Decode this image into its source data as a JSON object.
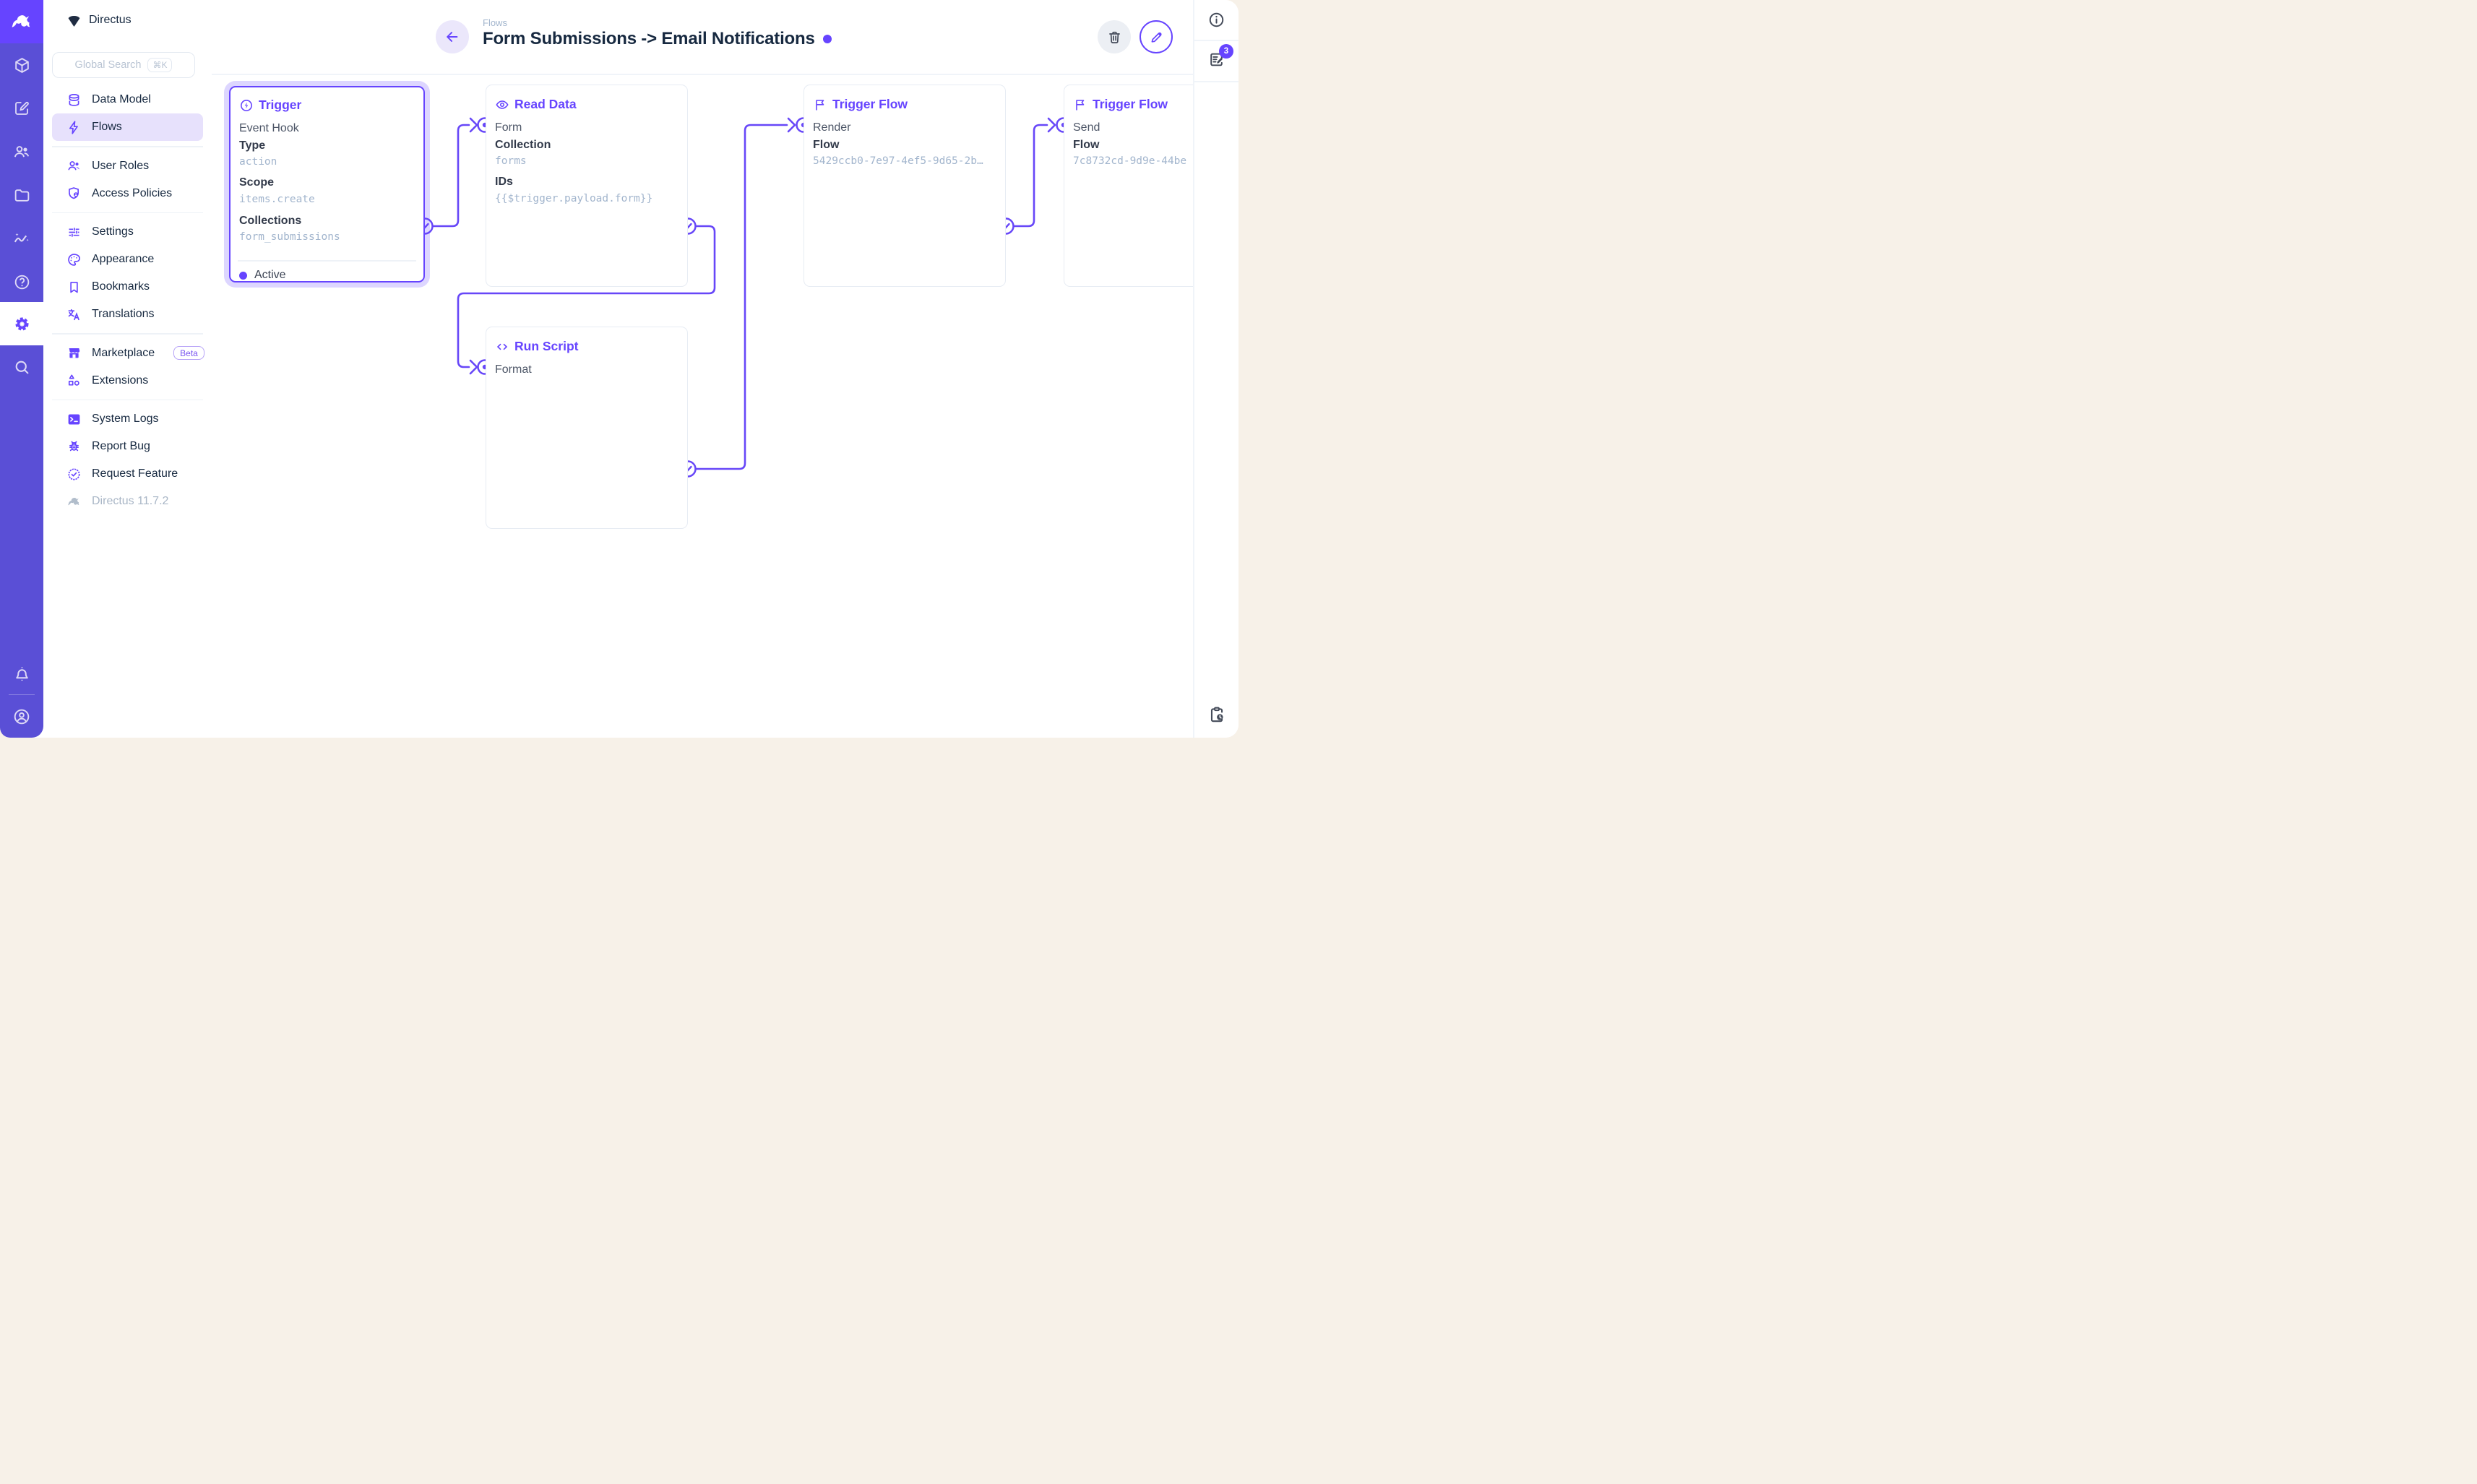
{
  "app": {
    "project_name": "Directus",
    "version": "Directus 11.7.2"
  },
  "module_bar": {
    "items": [
      "directus-logo",
      "content",
      "editor",
      "users",
      "files",
      "insights",
      "help",
      "settings",
      "search"
    ],
    "active_item": "settings",
    "bottom_items": [
      "notifications",
      "account"
    ]
  },
  "sidebar": {
    "search": {
      "placeholder": "Global Search",
      "shortcut": "⌘K"
    },
    "groups": [
      {
        "items": [
          {
            "label": "Data Model"
          },
          {
            "label": "Flows",
            "active": true
          }
        ]
      },
      {
        "items": [
          {
            "label": "User Roles"
          },
          {
            "label": "Access Policies"
          }
        ]
      },
      {
        "items": [
          {
            "label": "Settings"
          },
          {
            "label": "Appearance"
          },
          {
            "label": "Bookmarks"
          },
          {
            "label": "Translations"
          }
        ]
      },
      {
        "items": [
          {
            "label": "Marketplace",
            "badge": "Beta"
          },
          {
            "label": "Extensions"
          }
        ]
      },
      {
        "items": [
          {
            "label": "System Logs"
          },
          {
            "label": "Report Bug"
          },
          {
            "label": "Request Feature"
          }
        ]
      }
    ]
  },
  "header": {
    "breadcrumb": "Flows",
    "title": "Form Submissions -> Email Notifications"
  },
  "right_sidebar": {
    "notices_badge": "3"
  },
  "flow": {
    "nodes": [
      {
        "type": "trigger",
        "title": "Trigger",
        "subtitle": "Event Hook",
        "fields": [
          {
            "label": "Type",
            "value": "action"
          },
          {
            "label": "Scope",
            "value": "items.create"
          },
          {
            "label": "Collections",
            "value": "form_submissions"
          }
        ],
        "status": "Active",
        "selected": true
      },
      {
        "type": "read-data",
        "title": "Read Data",
        "input_label": "Form",
        "fields": [
          {
            "label": "Collection",
            "value": "forms"
          },
          {
            "label": "IDs",
            "value": "{{$trigger.payload.form}}"
          }
        ]
      },
      {
        "type": "run-script",
        "title": "Run Script",
        "input_label": "Format",
        "fields": []
      },
      {
        "type": "trigger-flow",
        "title": "Trigger Flow",
        "input_label": "Render",
        "fields": [
          {
            "label": "Flow",
            "value": "5429ccb0-7e97-4ef5-9d65-2b…"
          }
        ]
      },
      {
        "type": "trigger-flow",
        "title": "Trigger Flow",
        "input_label": "Send",
        "fields": [
          {
            "label": "Flow",
            "value": "7c8732cd-9d9e-44be"
          }
        ]
      }
    ]
  },
  "colors": {
    "accent": "#6644ff",
    "module_bar_bg": "#5a4fd6",
    "logo_bg": "#6644ff",
    "title_text": "#172940",
    "value_text": "#a2b5cd",
    "active_nav_bg": "#e7e1fc",
    "slate_icon": "#454c5a",
    "panel_border": "#e7ecf3"
  }
}
